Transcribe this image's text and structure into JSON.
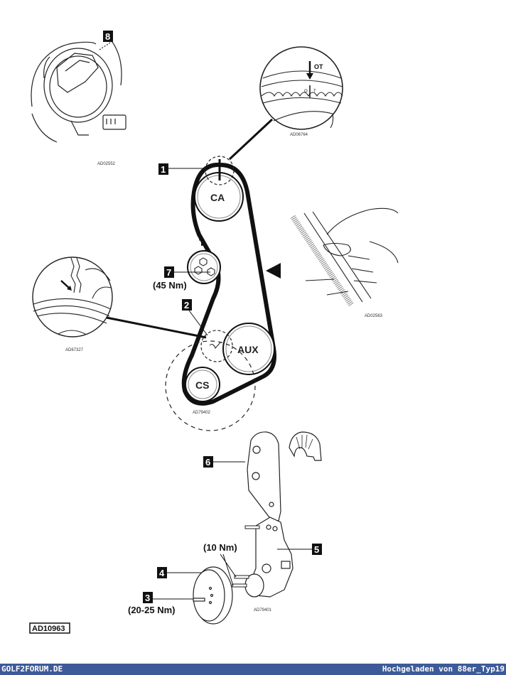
{
  "diagram": {
    "title_ref": "AD10963",
    "pulleys": {
      "camshaft": "CA",
      "tensioner": "T",
      "auxiliary": "AUX",
      "crankshaft": "CS"
    },
    "callouts": [
      {
        "number": "1"
      },
      {
        "number": "2"
      },
      {
        "number": "3",
        "torque": "(20-25 Nm)"
      },
      {
        "number": "4"
      },
      {
        "number": "5"
      },
      {
        "number": "6"
      },
      {
        "number": "7",
        "torque": "(45 Nm)"
      },
      {
        "number": "8"
      }
    ],
    "bracket_bolts_torque": "(10 Nm)",
    "timing_mark_labels": {
      "top": "OT",
      "left_tooth": "O",
      "right_tooth": "T"
    },
    "detail_refs": {
      "distributor": "AD02552",
      "camshaft_mark": "AD06764",
      "crank_mark": "AD67327",
      "belt_check": "AD02563",
      "crank_zone": "AD79402",
      "bracket": "AD79401"
    }
  },
  "footer": {
    "site": "GOLF2FORUM.DE",
    "uploader": "Hochgeladen von 88er_Typ19"
  },
  "colors": {
    "footer_bg": "#3d5a99",
    "ink": "#111111"
  }
}
